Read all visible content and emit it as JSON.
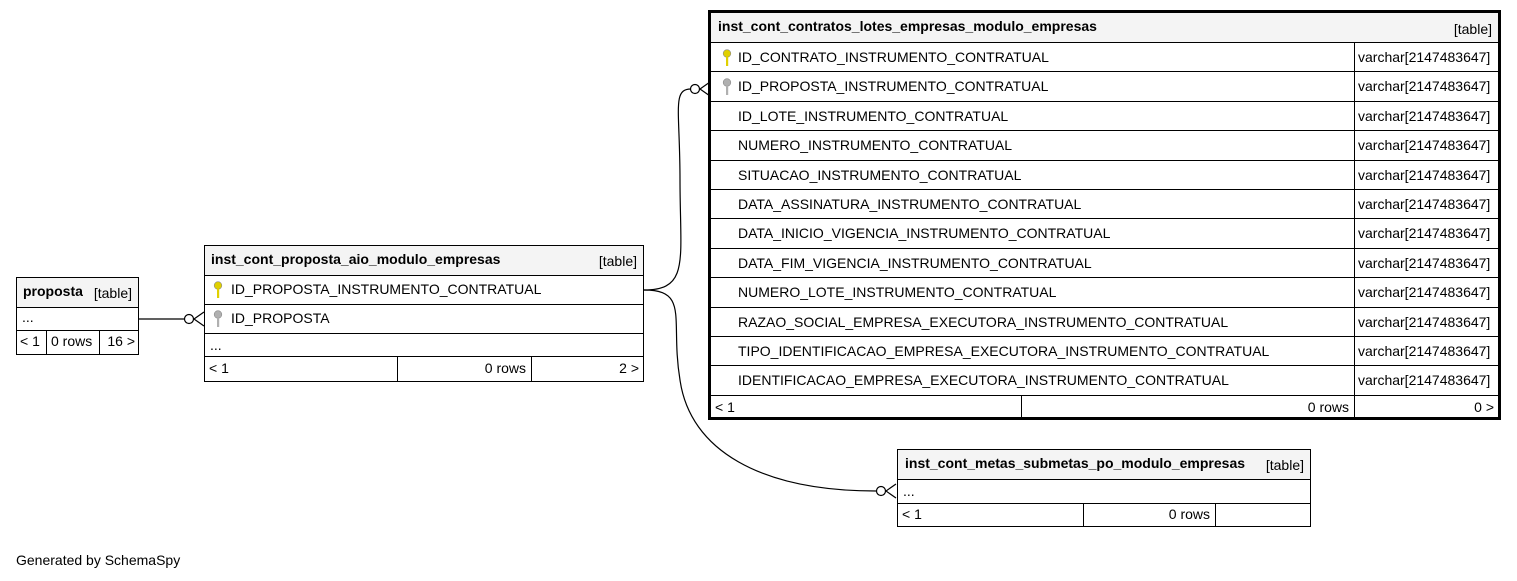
{
  "tables": {
    "proposta": {
      "name": "proposta",
      "type_label": "[table]",
      "ellipsis": "...",
      "footer": {
        "parents": "< 1",
        "rows": "0 rows",
        "children": "16 >"
      }
    },
    "aio": {
      "name": "inst_cont_proposta_aio_modulo_empresas",
      "type_label": "[table]",
      "columns": [
        {
          "name": "ID_PROPOSTA_INSTRUMENTO_CONTRATUAL",
          "key": "primary",
          "key_color": "#e0d000"
        },
        {
          "name": "ID_PROPOSTA",
          "key": "foreign",
          "key_color": "#b0b0b0"
        }
      ],
      "ellipsis": "...",
      "footer": {
        "parents": "< 1",
        "rows": "0 rows",
        "children": "2 >"
      }
    },
    "contratos": {
      "name": "inst_cont_contratos_lotes_empresas_modulo_empresas",
      "type_label": "[table]",
      "columns": [
        {
          "name": "ID_CONTRATO_INSTRUMENTO_CONTRATUAL",
          "type": "varchar[2147483647]",
          "key": "primary",
          "key_color": "#e0d000"
        },
        {
          "name": "ID_PROPOSTA_INSTRUMENTO_CONTRATUAL",
          "type": "varchar[2147483647]",
          "key": "foreign",
          "key_color": "#b0b0b0"
        },
        {
          "name": "ID_LOTE_INSTRUMENTO_CONTRATUAL",
          "type": "varchar[2147483647]",
          "key": ""
        },
        {
          "name": "NUMERO_INSTRUMENTO_CONTRATUAL",
          "type": "varchar[2147483647]",
          "key": ""
        },
        {
          "name": "SITUACAO_INSTRUMENTO_CONTRATUAL",
          "type": "varchar[2147483647]",
          "key": ""
        },
        {
          "name": "DATA_ASSINATURA_INSTRUMENTO_CONTRATUAL",
          "type": "varchar[2147483647]",
          "key": ""
        },
        {
          "name": "DATA_INICIO_VIGENCIA_INSTRUMENTO_CONTRATUAL",
          "type": "varchar[2147483647]",
          "key": ""
        },
        {
          "name": "DATA_FIM_VIGENCIA_INSTRUMENTO_CONTRATUAL",
          "type": "varchar[2147483647]",
          "key": ""
        },
        {
          "name": "NUMERO_LOTE_INSTRUMENTO_CONTRATUAL",
          "type": "varchar[2147483647]",
          "key": ""
        },
        {
          "name": "RAZAO_SOCIAL_EMPRESA_EXECUTORA_INSTRUMENTO_CONTRATUAL",
          "type": "varchar[2147483647]",
          "key": ""
        },
        {
          "name": "TIPO_IDENTIFICACAO_EMPRESA_EXECUTORA_INSTRUMENTO_CONTRATUAL",
          "type": "varchar[2147483647]",
          "key": ""
        },
        {
          "name": "IDENTIFICACAO_EMPRESA_EXECUTORA_INSTRUMENTO_CONTRATUAL",
          "type": "varchar[2147483647]",
          "key": ""
        }
      ],
      "footer": {
        "parents": "< 1",
        "rows": "0 rows",
        "children": "0 >"
      }
    },
    "metas": {
      "name": "inst_cont_metas_submetas_po_modulo_empresas",
      "type_label": "[table]",
      "ellipsis": "...",
      "footer": {
        "parents": "< 1",
        "rows": "0 rows",
        "children": ""
      }
    }
  },
  "credit": "Generated by SchemaSpy"
}
